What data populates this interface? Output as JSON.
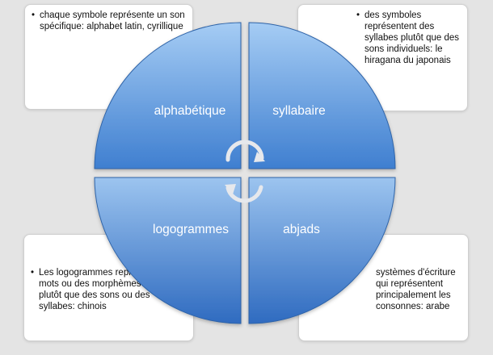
{
  "quadrants": {
    "top_left": {
      "label": "alphabétique",
      "description": "chaque symbole représente un son spécifique: alphabet latin, cyrillique"
    },
    "top_right": {
      "label": "syllabaire",
      "description": "des symboles représentent des syllabes plutôt que des sons individuels: le hiragana du japonais"
    },
    "bottom_left": {
      "label": "logogrammes",
      "description": "Les logogrammes représentent des mots ou des morphèmes entiers plutôt que des sons ou des syllabes: chinois"
    },
    "bottom_right": {
      "label": "abjads",
      "description": "systèmes d'écriture qui représentent principalement les consonnes: arabe"
    }
  },
  "colors": {
    "background": "#e4e4e4",
    "segment_light": "#9cc6f2",
    "segment_dark": "#3a78cc",
    "segment_label": "#ffffff",
    "arrow": "#e2e4e8"
  },
  "icons": {
    "cycle_arrows": "circular-arrows-icon"
  }
}
